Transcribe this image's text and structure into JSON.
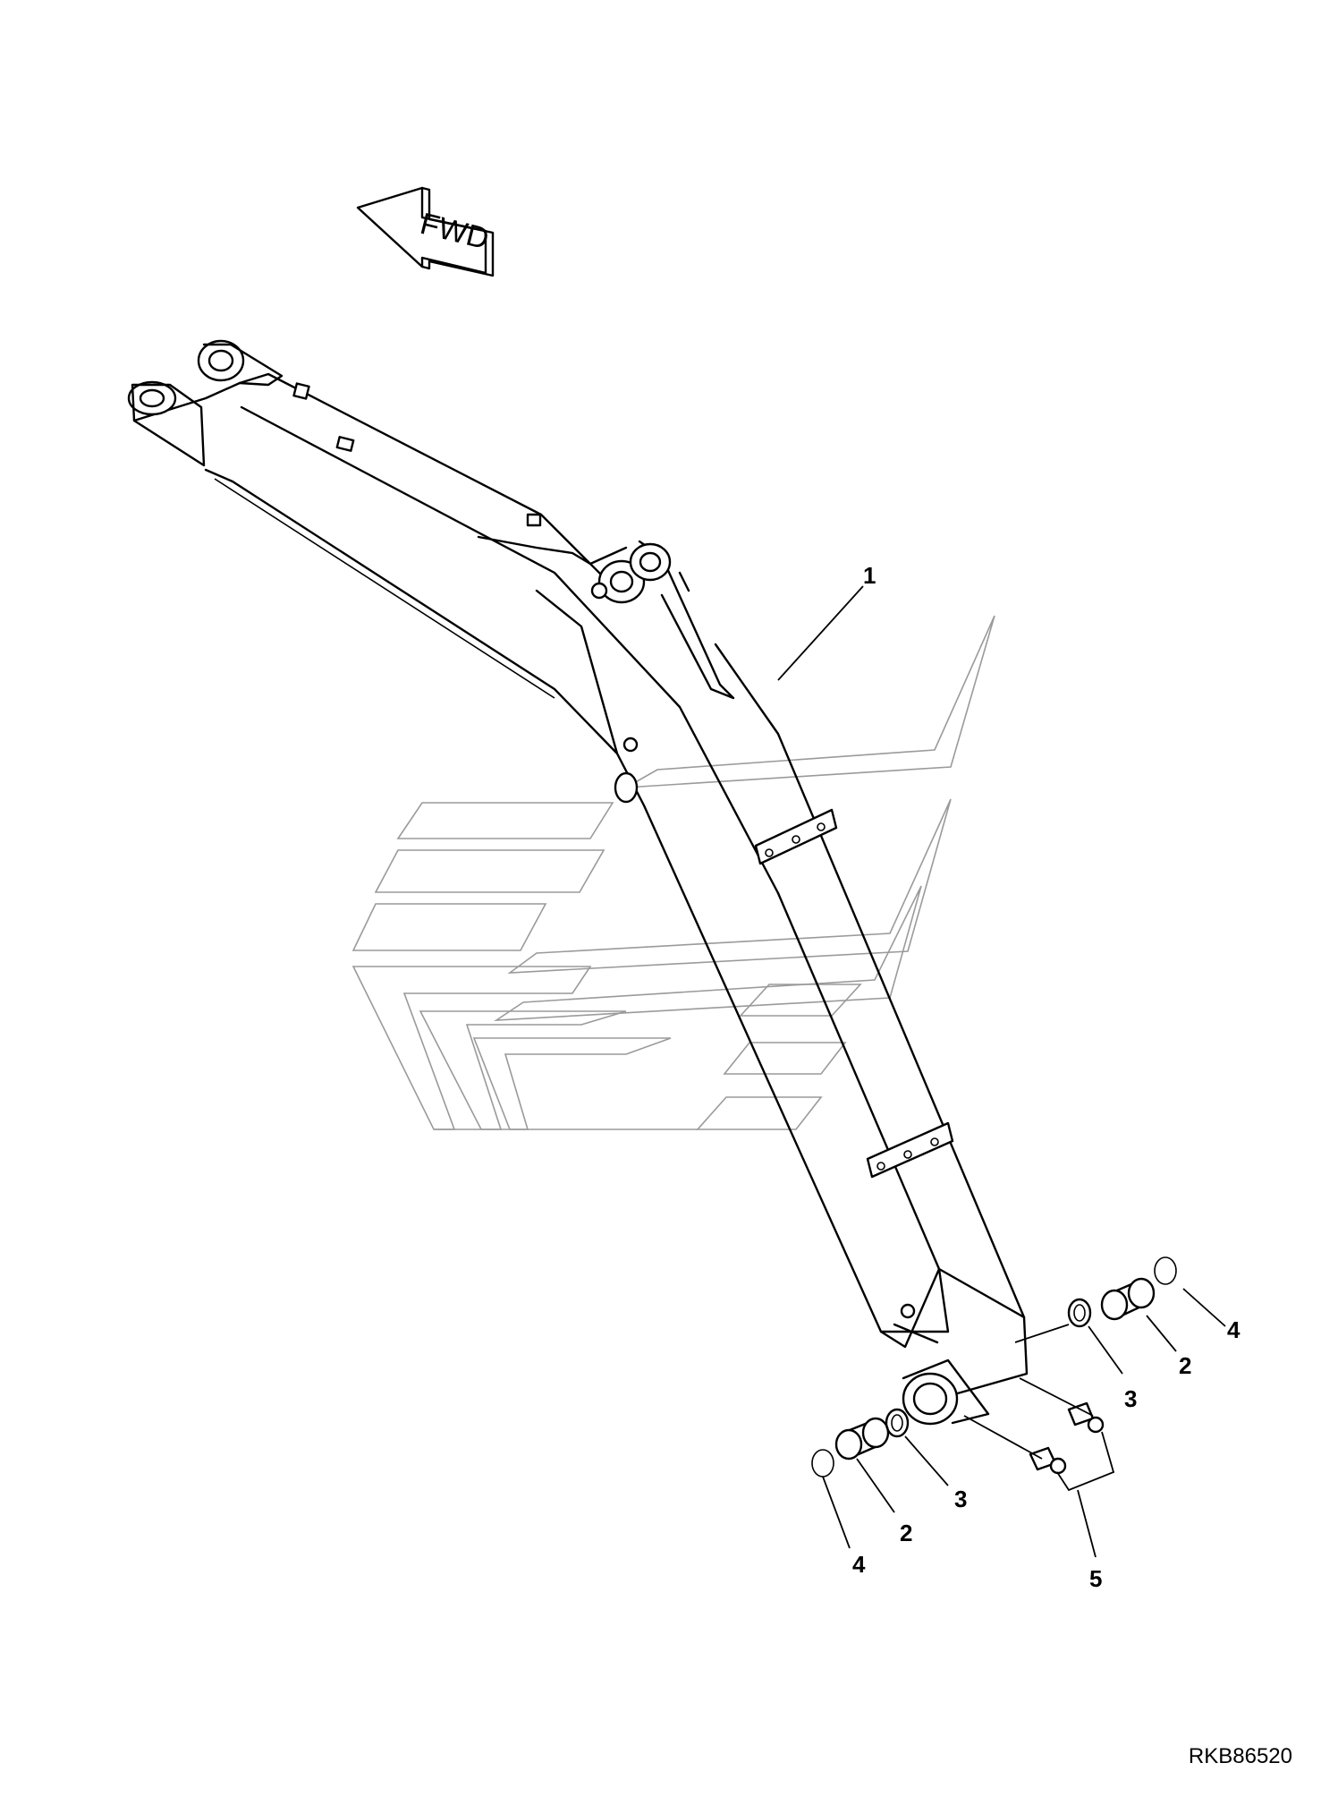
{
  "direction_arrow": {
    "label": "FWD"
  },
  "callouts": [
    {
      "id": "c1",
      "label": "1"
    },
    {
      "id": "c2a",
      "label": "2"
    },
    {
      "id": "c2b",
      "label": "2"
    },
    {
      "id": "c3a",
      "label": "3"
    },
    {
      "id": "c3b",
      "label": "3"
    },
    {
      "id": "c4a",
      "label": "4"
    },
    {
      "id": "c4b",
      "label": "4"
    },
    {
      "id": "c5",
      "label": "5"
    }
  ],
  "drawing_code": "RKB86520"
}
